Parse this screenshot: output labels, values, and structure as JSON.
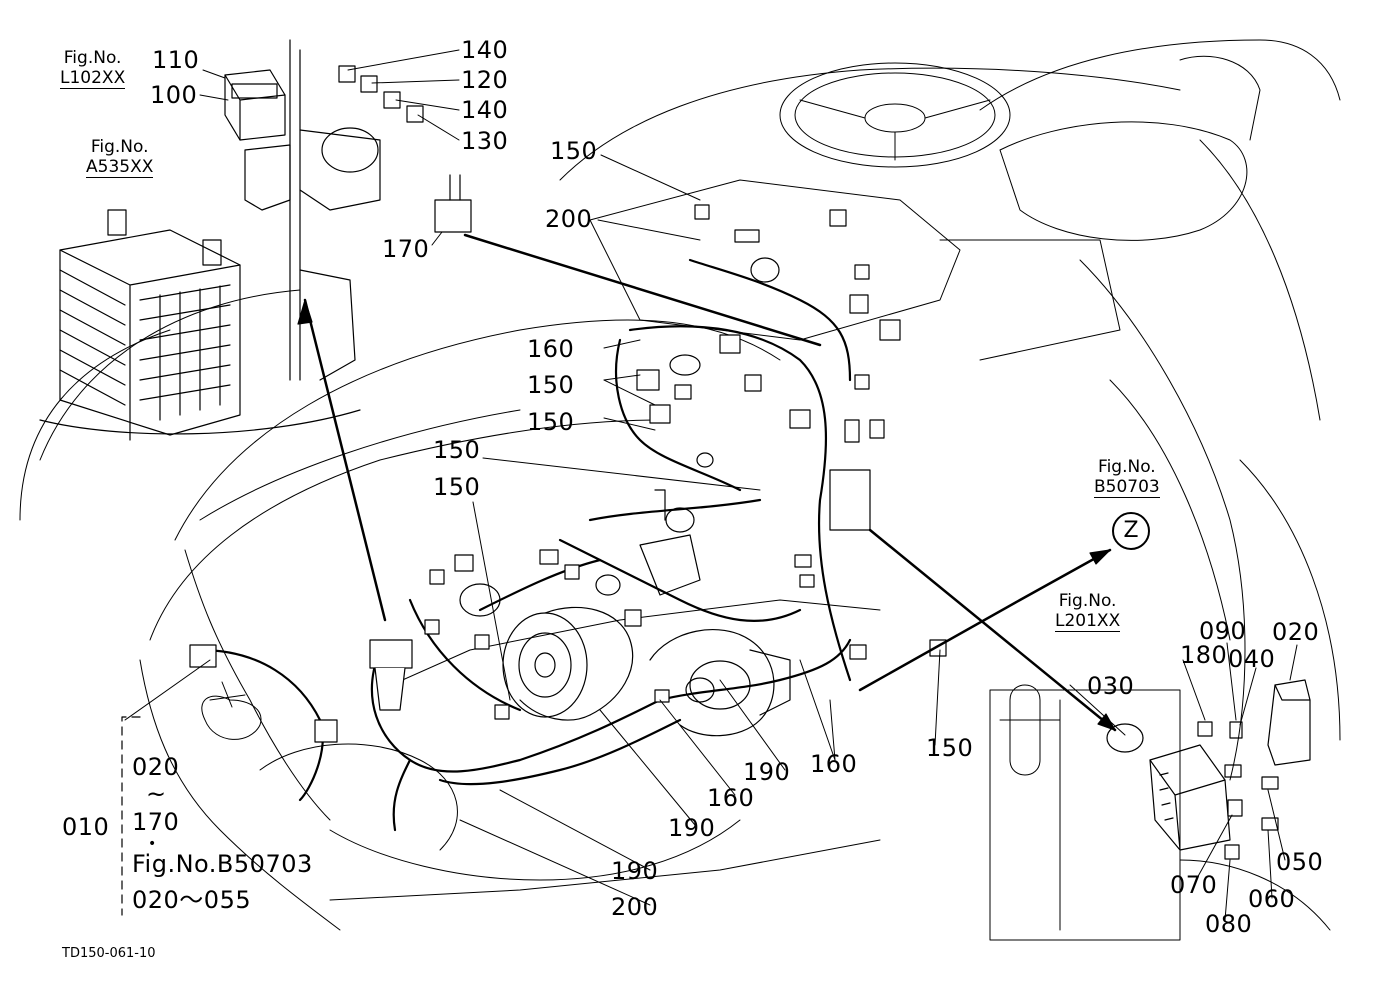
{
  "figure_refs": {
    "l102": {
      "line1": "Fig.No.",
      "line2": "L102XX"
    },
    "a535": {
      "line1": "Fig.No.",
      "line2": "A535XX"
    },
    "b50703": {
      "line1": "Fig.No.",
      "line2": "B50703"
    },
    "l201": {
      "line1": "Fig.No.",
      "line2": "L201XX"
    }
  },
  "zone_marker": "Z",
  "callouts": {
    "c110": "110",
    "c100": "100",
    "c140a": "140",
    "c120": "120",
    "c140b": "140",
    "c130": "130",
    "c170": "170",
    "c150a": "150",
    "c200a": "200",
    "c160a": "160",
    "c150b": "150",
    "c150c": "150",
    "c150d": "150",
    "c150e": "150",
    "c150f": "150",
    "c190a": "190",
    "c160b": "160",
    "c160c": "160",
    "c190b": "190",
    "c190c": "190",
    "c200b": "200",
    "c180": "180",
    "c090": "090",
    "c040": "040",
    "c020": "020",
    "c030": "030",
    "c050": "050",
    "c060": "060",
    "c070": "070",
    "c080": "080"
  },
  "range_note": {
    "from": "020",
    "tilde": "~",
    "to": "170",
    "bullet": "•",
    "fig_ref": "Fig.No.B50703",
    "fig_range": "020～055",
    "assembly": "010"
  },
  "drawing_code": "TD150-061-10"
}
